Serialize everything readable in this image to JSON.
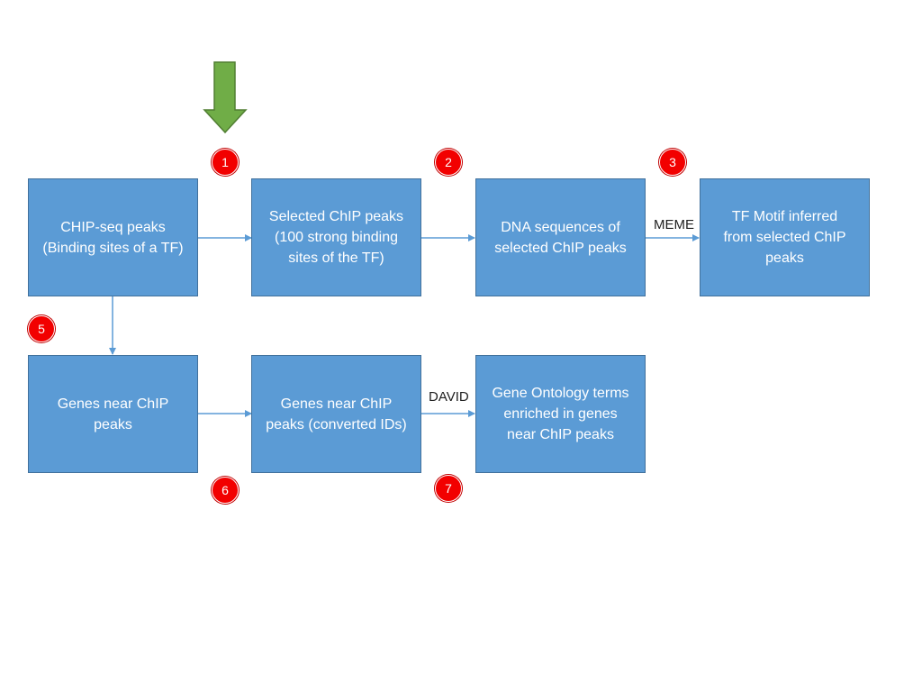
{
  "boxes": {
    "chip_seq": "CHIP-seq peaks\n(Binding sites of a TF)",
    "selected_peaks": "Selected ChIP peaks\n(100 strong binding\nsites of the TF)",
    "dna_sequences": "DNA sequences of\nselected ChIP peaks",
    "tf_motif": "TF Motif inferred\nfrom selected ChIP\npeaks",
    "genes_near": "Genes near ChIP\npeaks",
    "genes_converted": "Genes near ChIP\npeaks (converted IDs)",
    "go_terms": "Gene Ontology terms\nenriched in genes\nnear ChIP peaks"
  },
  "edge_labels": {
    "meme": "MEME",
    "david": "DAVID"
  },
  "badges": {
    "step1": "1",
    "step2": "2",
    "step3": "3",
    "step5": "5",
    "step6": "6",
    "step7": "7"
  },
  "colors": {
    "box_fill": "#5b9bd5",
    "box_border": "#41719c",
    "badge_fill": "#f20000",
    "start_arrow": "#70ad47",
    "connector": "#5b9bd5"
  }
}
